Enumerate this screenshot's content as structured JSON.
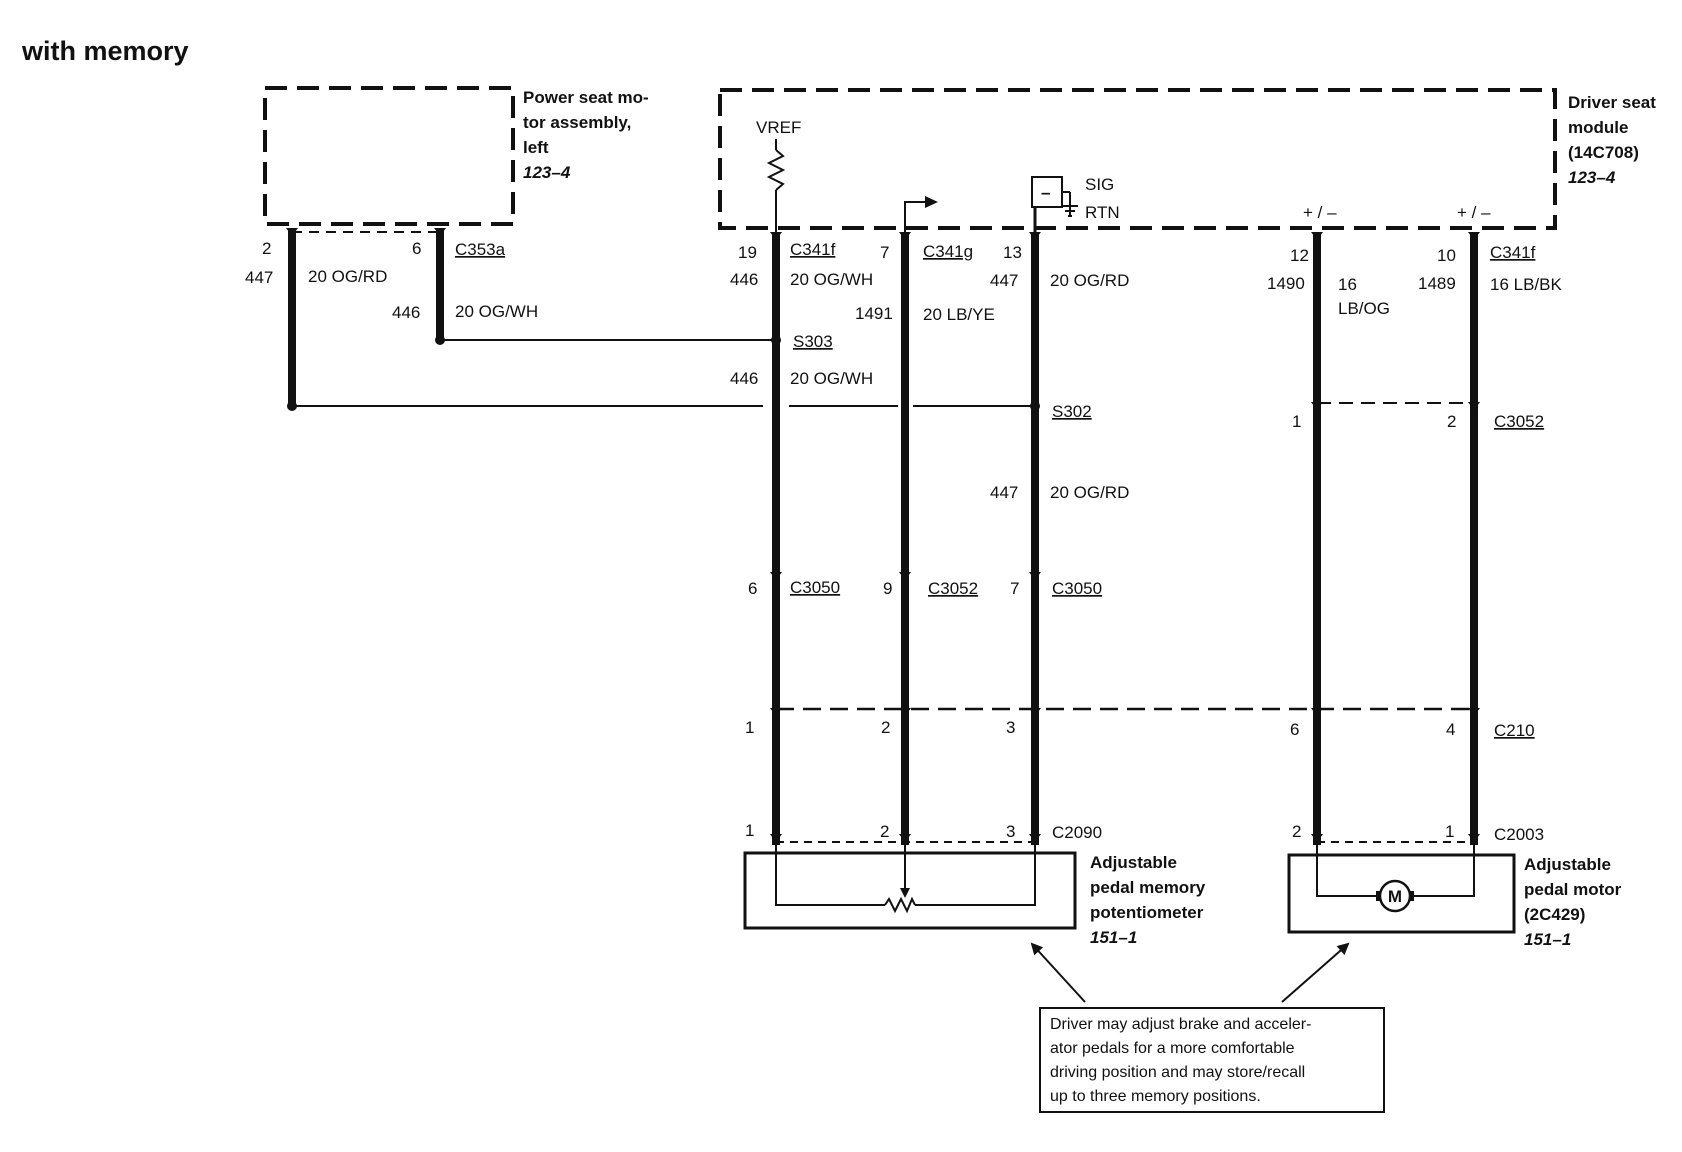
{
  "title": "with memory",
  "components": {
    "power_seat": {
      "l1": "Power seat mo-",
      "l2": "tor assembly,",
      "l3": "left",
      "ref": "123–4"
    },
    "driver_module": {
      "l1": "Driver seat",
      "l2": "module",
      "l3": "(14C708)",
      "ref": "123–4",
      "vref": "VREF",
      "sig": "SIG",
      "rtn": "RTN",
      "minus": "–",
      "pm1": "+ / –",
      "pm2": "+ / –"
    },
    "potentiometer": {
      "l1": "Adjustable",
      "l2": "pedal memory",
      "l3": "potentiometer",
      "ref": "151–1"
    },
    "motor": {
      "l1": "Adjustable",
      "l2": "pedal motor",
      "l3": "(2C429)",
      "ref": "151–1",
      "symbol": "M"
    }
  },
  "connectors": {
    "c353a": "C353a",
    "c341f_a": "C341f",
    "c341g": "C341g",
    "c341f_b": "C341f",
    "s303": "S303",
    "s302": "S302",
    "c3052_top": "C3052",
    "c3050_a": "C3050",
    "c3052_b": "C3052",
    "c3050_b": "C3050",
    "c210": "C210",
    "c2090": "C2090",
    "c2003": "C2003"
  },
  "pins": {
    "p2": "2",
    "p6": "6",
    "p19": "19",
    "p7": "7",
    "p13": "13",
    "p12": "12",
    "p10": "10",
    "s_1": "1",
    "s_2": "2",
    "c3050_6": "6",
    "c3052_9": "9",
    "c3050_7": "7",
    "c210_1": "1",
    "c210_2": "2",
    "c210_3": "3",
    "c210_6": "6",
    "c210_4": "4",
    "c2090_1": "1",
    "c2090_2": "2",
    "c2090_3": "3",
    "c2003_2": "2",
    "c2003_1": "1"
  },
  "circuits": {
    "c447_a": "447",
    "g447_a": "20 OG/RD",
    "c446_a": "446",
    "g446_a": "20 OG/WH",
    "c446_b": "446",
    "g446_b": "20 OG/WH",
    "c1491": "1491",
    "g1491": "20 LB/YE",
    "c447_b": "447",
    "g447_b": "20 OG/RD",
    "c1490": "1490",
    "g1490_1": "16",
    "g1490_2": "LB/OG",
    "c1489": "1489",
    "g1489": "16 LB/BK",
    "c446_c": "446",
    "g446_c": "20 OG/WH",
    "c447_c": "447",
    "g447_c": "20 OG/RD"
  },
  "note": {
    "l1": "Driver may adjust brake and acceler-",
    "l2": "ator pedals for a more comfortable",
    "l3": "driving position and may store/recall",
    "l4": "up to three memory positions."
  }
}
